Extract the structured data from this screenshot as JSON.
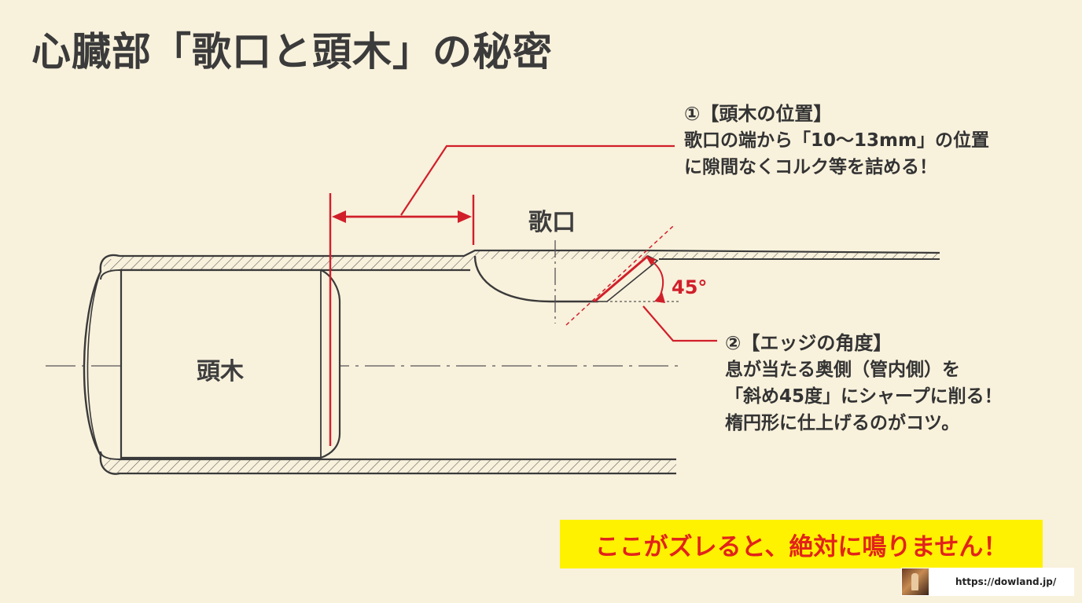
{
  "title": "心臓部「歌口と頭木」の秘密",
  "labels": {
    "headwood": "頭木",
    "embouchure": "歌口",
    "angle": "45°"
  },
  "note1": {
    "heading": "①【頭木の位置】",
    "line1": "歌口の端から「10〜13mm」の位置",
    "line2": "に隙間なくコルク等を詰める！"
  },
  "note2": {
    "heading": "②【エッジの角度】",
    "line1": "息が当たる奥側（管内側）を",
    "line2": "「斜め45度」にシャープに削る！",
    "line3": "楕円形に仕上げるのがコツ。"
  },
  "warning": "ここがズレると、絶対に鳴りません！",
  "footer": {
    "url": "https://dowland.jp/"
  },
  "colors": {
    "background": "#f8f1dc",
    "line": "#3a3a3a",
    "accent_red": "#d11f2a",
    "warning_bg": "#fff200"
  }
}
